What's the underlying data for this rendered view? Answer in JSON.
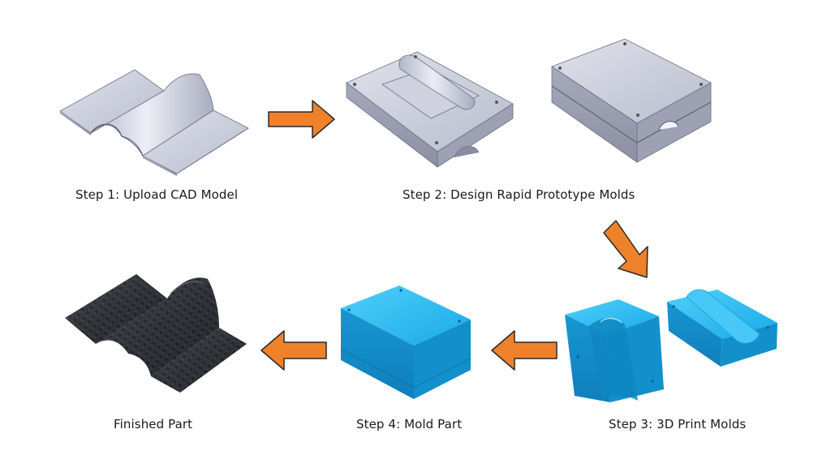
{
  "diagram": {
    "captions": {
      "step1": "Step 1: Upload CAD Model",
      "step2": "Step 2: Design Rapid Prototype Molds",
      "step3": "Step 3: 3D Print Molds",
      "step4": "Step 4: Mold Part",
      "finished": "Finished Part"
    },
    "colors": {
      "arrow_fill": "#f0812b",
      "arrow_stroke": "#2a2a2a",
      "cad_gray": "#c9ccd8",
      "mold_blue": "#1fb7f0",
      "carbon_black": "#2a2d32"
    },
    "flow": [
      {
        "from": "cad-model",
        "to": "prototype-mold-designs",
        "direction": "right"
      },
      {
        "from": "prototype-mold-designs",
        "to": "printed-molds",
        "direction": "down"
      },
      {
        "from": "printed-molds",
        "to": "molded-block",
        "direction": "left"
      },
      {
        "from": "molded-block",
        "to": "finished-part",
        "direction": "left"
      }
    ]
  }
}
